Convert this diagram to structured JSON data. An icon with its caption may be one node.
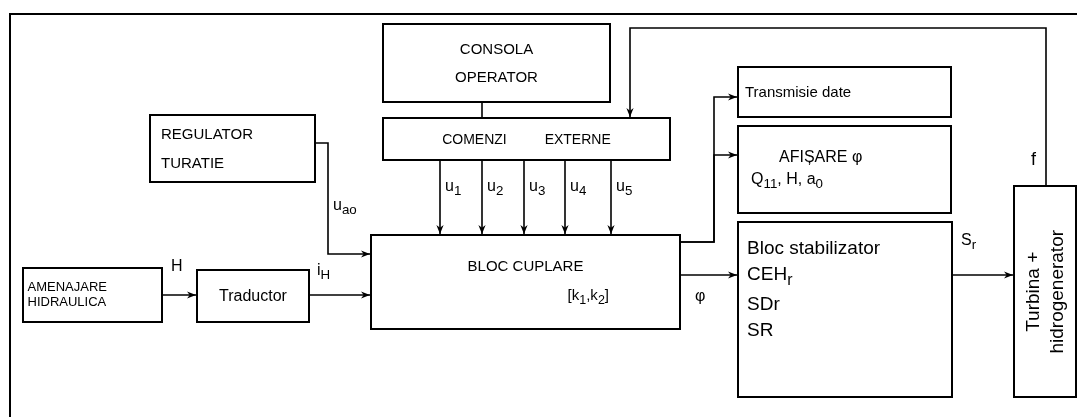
{
  "diagram": {
    "nodes": [
      {
        "text": [
          "CONSOLA OPERATOR"
        ]
      },
      {
        "text": [
          "COMENZI EXTERNE"
        ]
      },
      {
        "text": [
          "REGULATOR TURATIE"
        ]
      },
      {
        "text": [
          "AMENAJARE HIDRAULICA"
        ]
      },
      {
        "text": [
          "Traductor"
        ]
      },
      {
        "text": [
          "BLOC CUPLARE",
          "[k$_{1}$,k$_{2}$]"
        ]
      },
      {
        "text": [
          "Transmisie date"
        ]
      },
      {
        "text": [
          "AFIȘARE φ",
          "Q$_{11}$, H, a$_{0}$"
        ]
      },
      {
        "text": [
          "Bloc stabilizator",
          "CEH$_{r}$",
          "SDr",
          "SR"
        ]
      },
      {
        "text": [
          "Turbina + hidrogenerator"
        ]
      }
    ],
    "edges": [
      {
        "from": 0,
        "to": 1,
        "arrow": "none"
      },
      {
        "from": 1,
        "to": 5,
        "arrow": "to",
        "label": "u$_{1}$"
      },
      {
        "from": 1,
        "to": 5,
        "arrow": "to",
        "label": "u$_{2}$"
      },
      {
        "from": 1,
        "to": 5,
        "arrow": "to",
        "label": "u$_{3}$"
      },
      {
        "from": 1,
        "to": 5,
        "arrow": "to",
        "label": "u$_{4}$"
      },
      {
        "from": 1,
        "to": 5,
        "arrow": "to",
        "label": "u$_{5}$"
      },
      {
        "from": 2,
        "to": 5,
        "arrow": "to",
        "label": "u$_{ao}$"
      },
      {
        "from": 3,
        "to": 4,
        "arrow": "to",
        "label": "H"
      },
      {
        "from": 4,
        "to": 5,
        "arrow": "to",
        "label": "i$_{H}$"
      },
      {
        "from": 5,
        "to": 6,
        "arrow": "to"
      },
      {
        "from": 5,
        "to": 7,
        "arrow": "to"
      },
      {
        "from": 5,
        "to": 8,
        "arrow": "to",
        "label": "φ"
      },
      {
        "from": 8,
        "to": 9,
        "arrow": "to",
        "label": "S$_{r}$"
      },
      {
        "from": 9,
        "to": 1,
        "arrow": "to",
        "label": "f"
      }
    ]
  }
}
